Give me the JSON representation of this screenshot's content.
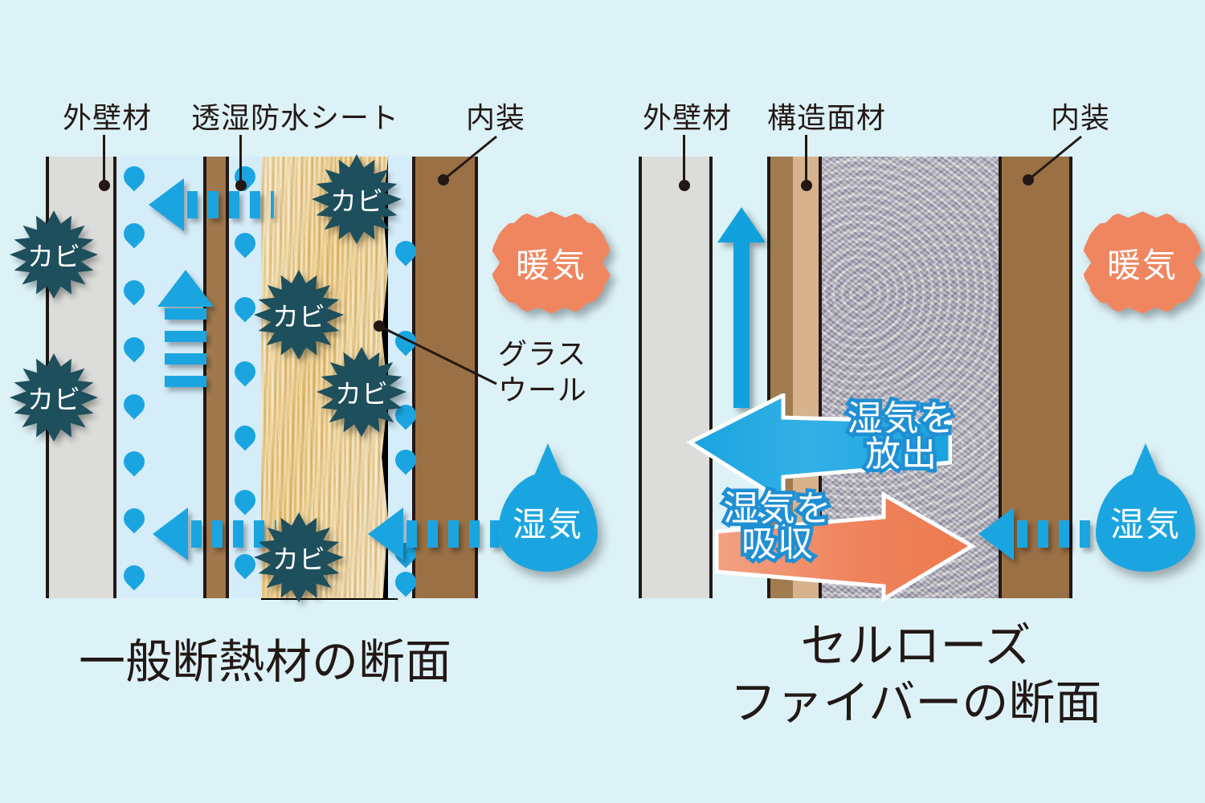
{
  "background_color": "#dcf2f7",
  "colors": {
    "mold_splat": "#1e4f5c",
    "warm_air_cloud": "#ef8660",
    "moisture_blue": "#1ba5e0",
    "outline_blue": "#1f8fd4",
    "siding_gray": "#dcdcda",
    "air_gap": "#d5ecf9",
    "stud_brown": "#a0784c",
    "interior_brown": "#9a7044",
    "structural_tan": "#d6b38d",
    "cellulose_gray": "#b0aebb",
    "glass_wool_yellow": "#ecc濃"
  },
  "left_panel": {
    "caption": "一般断熱材の断面",
    "callouts": [
      {
        "label": "外壁材",
        "name": "exterior-wall-material"
      },
      {
        "label": "透湿防水シート",
        "name": "moisture-permeable-waterproof-sheet"
      },
      {
        "label": "内装",
        "name": "interior-finish"
      },
      {
        "label": "グラス\nウール",
        "name": "glass-wool"
      }
    ],
    "mold_labels": [
      "カビ",
      "カビ",
      "カビ",
      "カビ",
      "カビ",
      "カビ"
    ],
    "warm_air_label": "暖気",
    "moisture_label": "湿気"
  },
  "right_panel": {
    "caption": "セルローズ\nファイバーの断面",
    "callouts": [
      {
        "label": "外壁材",
        "name": "exterior-wall-material"
      },
      {
        "label": "構造面材",
        "name": "structural-panel"
      },
      {
        "label": "内装",
        "name": "interior-finish"
      }
    ],
    "release_label": "湿気を\n放出",
    "absorb_label": "湿気を\n吸収",
    "warm_air_label": "暖気",
    "moisture_label": "湿気"
  }
}
